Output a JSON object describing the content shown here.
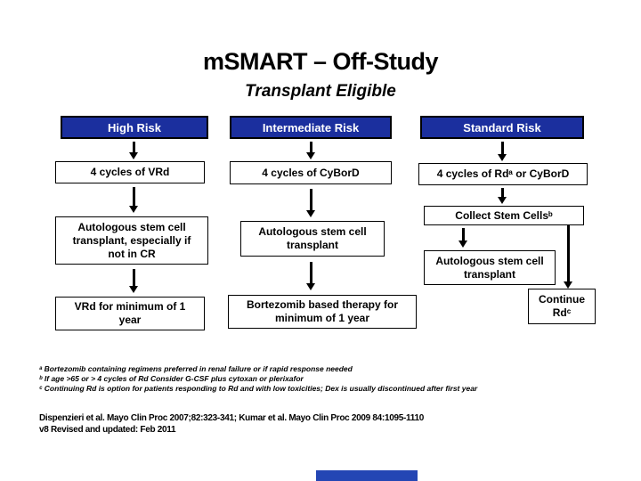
{
  "title": "mSMART – Off-Study",
  "subtitle": "Transplant Eligible",
  "colors": {
    "header_bg": "#1b2f9e",
    "header_text": "#ffffff",
    "box_bg": "#ffffff",
    "box_border": "#000000",
    "footer_bar": "#2446b4"
  },
  "columns": {
    "high": {
      "header": "High Risk",
      "box1": "4 cycles of VRd",
      "box2": "Autologous stem cell\ntransplant, especially if\nnot in CR",
      "box3": "VRd for minimum of 1\nyear"
    },
    "intermediate": {
      "header": "Intermediate Risk",
      "box1": "4 cycles of CyBorD",
      "box2": "Autologous stem cell\ntransplant",
      "box3": "Bortezomib based therapy for\nminimum of 1 year"
    },
    "standard": {
      "header": "Standard Risk",
      "box1": "4 cycles of Rdᵃ or CyBorD",
      "box2": "Collect Stem Cellsᵇ",
      "box3": "Autologous stem cell\ntransplant",
      "box4": "Continue\nRdᶜ"
    }
  },
  "footnotes": {
    "a": "ᵃ Bortezomib containing regimens preferred in renal failure or if rapid response needed",
    "b": "ᵇ If age >65 or > 4 cycles of Rd Consider G-CSF plus cytoxan or plerixafor",
    "c": "ᶜ Continuing Rd is option for patients responding to Rd and with low toxicities; Dex is usually discontinued after first year"
  },
  "citation": {
    "line1": "Dispenzieri et al. Mayo Clin Proc 2007;82:323-341; Kumar et al. Mayo Clin Proc 2009 84:1095-1110",
    "line2": "v8 Revised and updated: Feb 2011"
  }
}
